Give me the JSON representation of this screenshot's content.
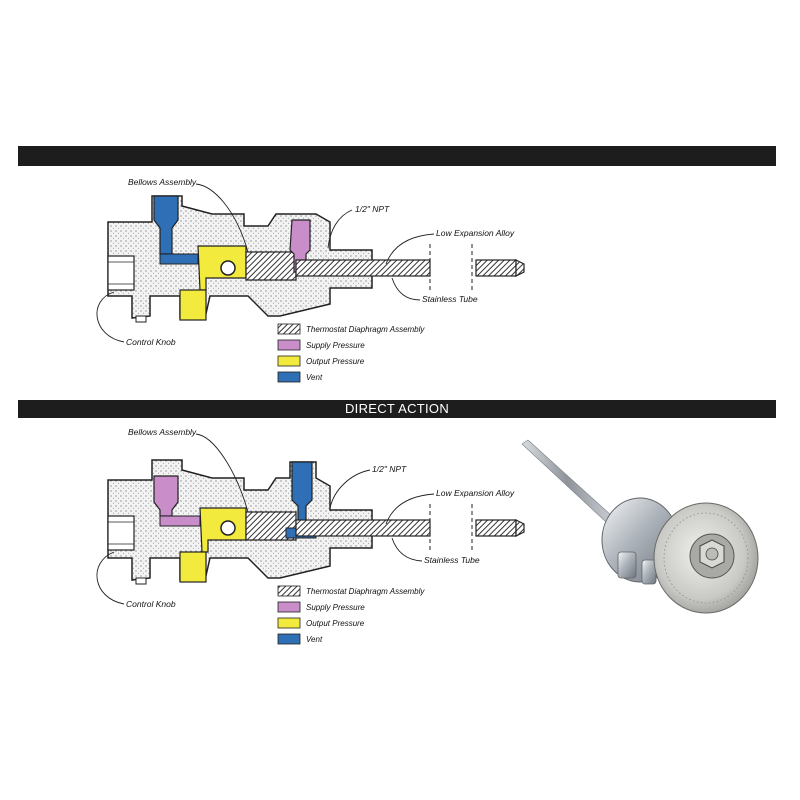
{
  "header": {
    "section_title": "DIRECT ACTION"
  },
  "diagram": {
    "labels": {
      "bellows": "Bellows Assembly",
      "npt": "1/2\" NPT",
      "alloy": "Low Expansion Alloy",
      "tube": "Stainless Tube",
      "knob": "Control Knob"
    },
    "legend": [
      {
        "label": "Thermostat Diaphragm Assembly",
        "color": "#555555",
        "pattern": "hatch"
      },
      {
        "label": "Supply Pressure",
        "color": "#c98ec9"
      },
      {
        "label": "Output Pressure",
        "color": "#f2ea3c"
      },
      {
        "label": "Vent",
        "color": "#2f6fb5"
      }
    ]
  },
  "colors": {
    "supply": "#c98ec9",
    "output": "#f2ea3c",
    "vent": "#2f6fb5",
    "bar": "#1d1d1d"
  }
}
